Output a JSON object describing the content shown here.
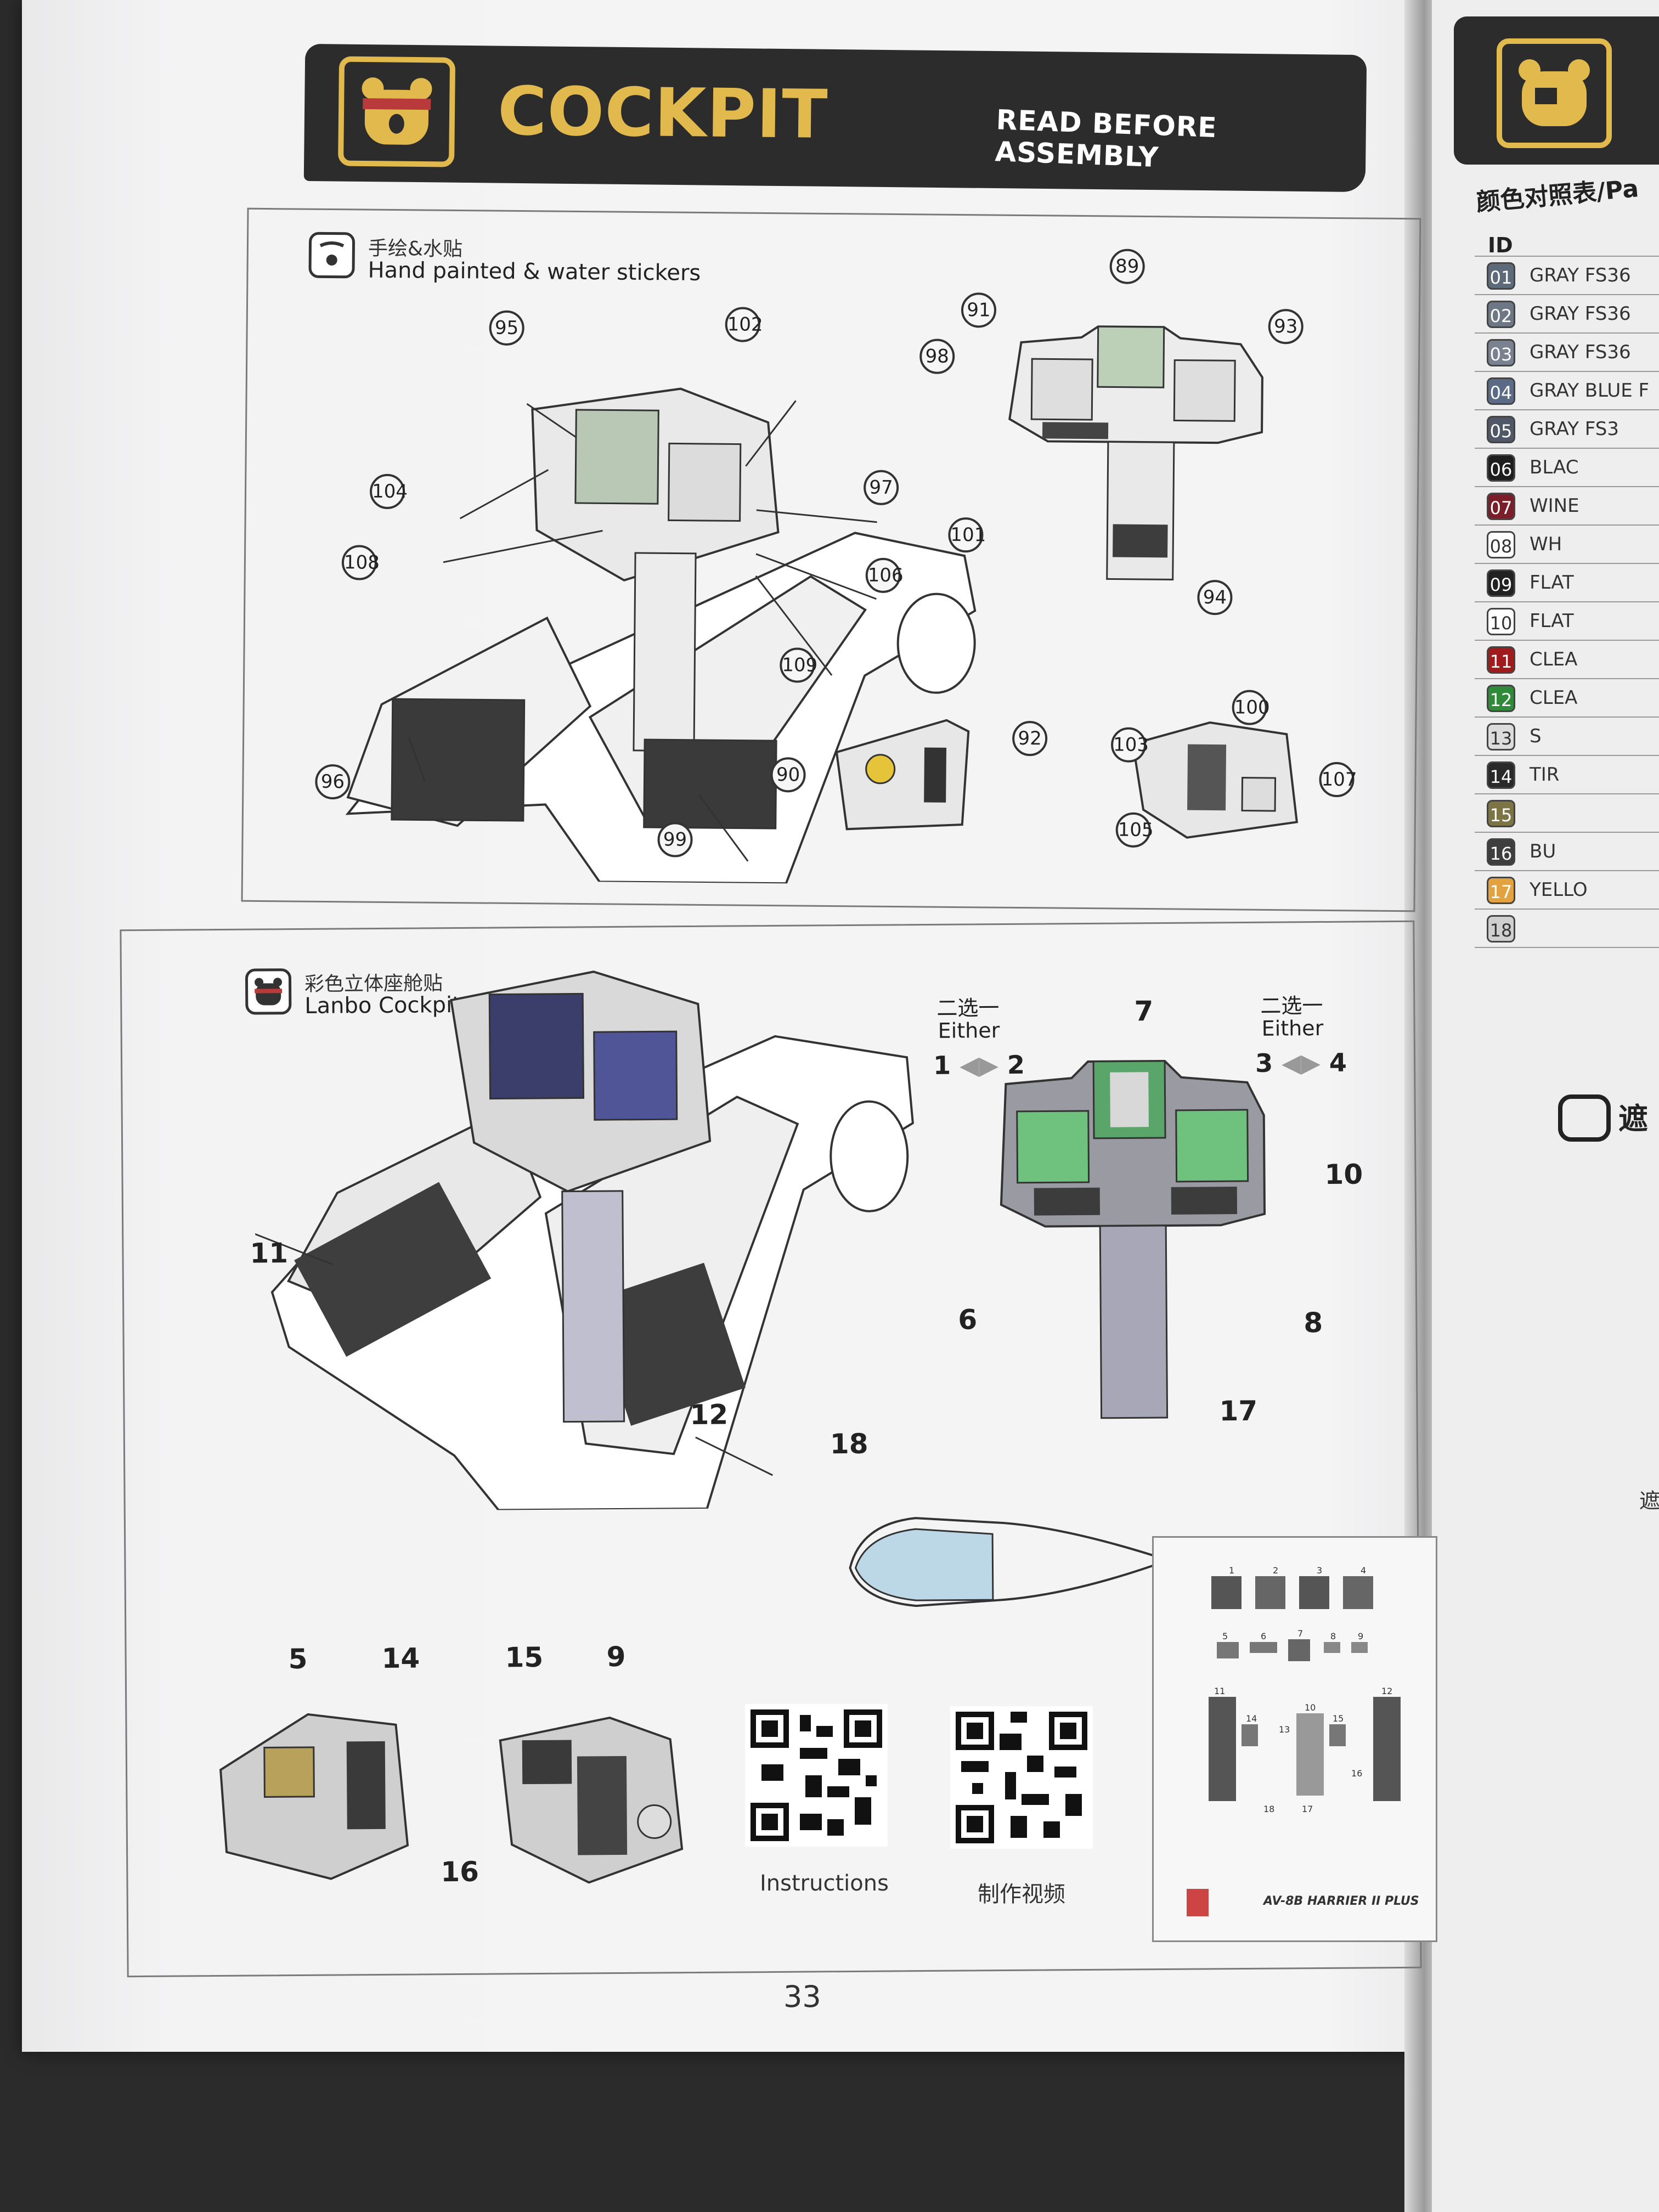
{
  "header": {
    "title": "COCKPIT",
    "subtitle": "READ BEFORE ASSEMBLY"
  },
  "section_top": {
    "title_cn": "手绘&水贴",
    "title_en": "Hand painted & water stickers",
    "callouts": [
      "95",
      "102",
      "104",
      "97",
      "108",
      "106",
      "109",
      "96",
      "99",
      "89",
      "91",
      "93",
      "98",
      "101",
      "94",
      "90",
      "92",
      "103",
      "100",
      "107",
      "105"
    ]
  },
  "section_bottom": {
    "title_cn": "彩色立体座舱贴",
    "title_en": "Lanbo Cockpit",
    "either_left": {
      "cn": "二选一",
      "en": "Either",
      "a": "1",
      "b": "2"
    },
    "either_right": {
      "cn": "二选一",
      "en": "Either",
      "a": "3",
      "b": "4"
    },
    "labels": [
      "7",
      "10",
      "6",
      "8",
      "17",
      "11",
      "12",
      "18",
      "5",
      "14",
      "15",
      "9",
      "16"
    ]
  },
  "qr": {
    "left_label": "Instructions",
    "right_label": "制作视频"
  },
  "sheet": {
    "product": "AV-8B HARRIER II PLUS",
    "numbers": [
      "1",
      "2",
      "3",
      "4",
      "5",
      "6",
      "7",
      "8",
      "9",
      "10",
      "11",
      "12",
      "13",
      "14",
      "15",
      "16",
      "17",
      "18"
    ]
  },
  "page_number": "33",
  "right_page": {
    "color_title": "颜色对照表/Pa",
    "id_header": "ID",
    "colors": [
      {
        "id": "01",
        "name": "GRAY FS36",
        "color": "#5d6a7a"
      },
      {
        "id": "02",
        "name": "GRAY FS36",
        "color": "#6e7785"
      },
      {
        "id": "03",
        "name": "GRAY FS36",
        "color": "#7a8191"
      },
      {
        "id": "04",
        "name": "GRAY BLUE F",
        "color": "#5b6b86"
      },
      {
        "id": "05",
        "name": "GRAY FS3",
        "color": "#505868"
      },
      {
        "id": "06",
        "name": "BLAC",
        "color": "#1e1e1e"
      },
      {
        "id": "07",
        "name": "WINE",
        "color": "#7a1f2a"
      },
      {
        "id": "08",
        "name": "WH",
        "color": "#ffffff"
      },
      {
        "id": "09",
        "name": "FLAT",
        "color": "#222222"
      },
      {
        "id": "10",
        "name": "FLAT",
        "color": "#ffffff"
      },
      {
        "id": "11",
        "name": "CLEA",
        "color": "#a01c1c"
      },
      {
        "id": "12",
        "name": "CLEA",
        "color": "#2f8a3a"
      },
      {
        "id": "13",
        "name": "S",
        "color": "#dcdcdc"
      },
      {
        "id": "14",
        "name": "TIR",
        "color": "#2a2a2a"
      },
      {
        "id": "15",
        "name": "",
        "color": "#7d7446"
      },
      {
        "id": "16",
        "name": "BU",
        "color": "#3e3e3e"
      },
      {
        "id": "17",
        "name": "YELLO",
        "color": "#e2a240"
      },
      {
        "id": "18",
        "name": "",
        "color": "#cfcfcf"
      }
    ],
    "mask_title": "遮",
    "mask_caption": "遮"
  }
}
